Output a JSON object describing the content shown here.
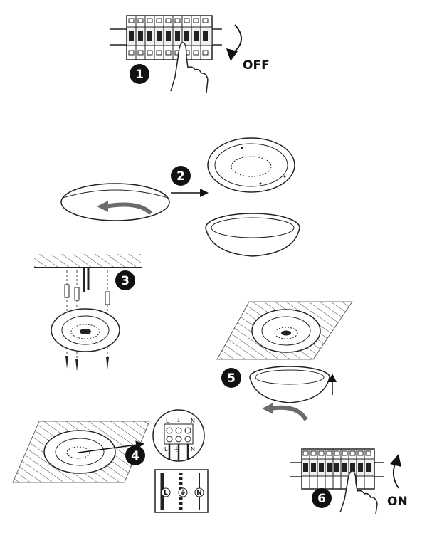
{
  "steps": [
    {
      "number": "1",
      "label": "OFF"
    },
    {
      "number": "2"
    },
    {
      "number": "3"
    },
    {
      "number": "4"
    },
    {
      "number": "5"
    },
    {
      "number": "6",
      "label": "ON"
    }
  ],
  "terminals": {
    "top": [
      "L",
      "⏚",
      "N"
    ],
    "bottom": [
      "L",
      "⏚",
      "N"
    ],
    "wires": [
      "L",
      "⏚",
      "N"
    ]
  },
  "colors": {
    "line": "#222222",
    "badge": "#111111",
    "rotation_arrow": "#6b6b6b"
  }
}
